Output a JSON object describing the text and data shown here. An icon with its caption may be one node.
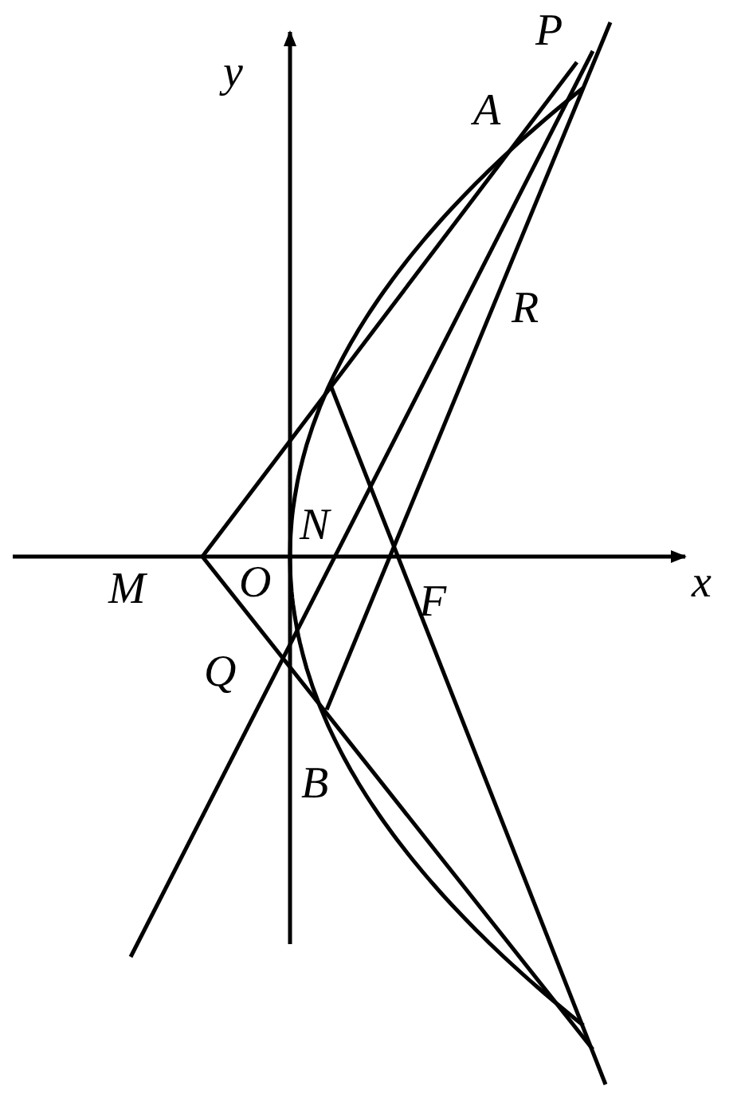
{
  "diagram": {
    "labels": [
      "y",
      "P",
      "A",
      "R",
      "N",
      "M",
      "O",
      "F",
      "x",
      "Q",
      "B"
    ]
  }
}
